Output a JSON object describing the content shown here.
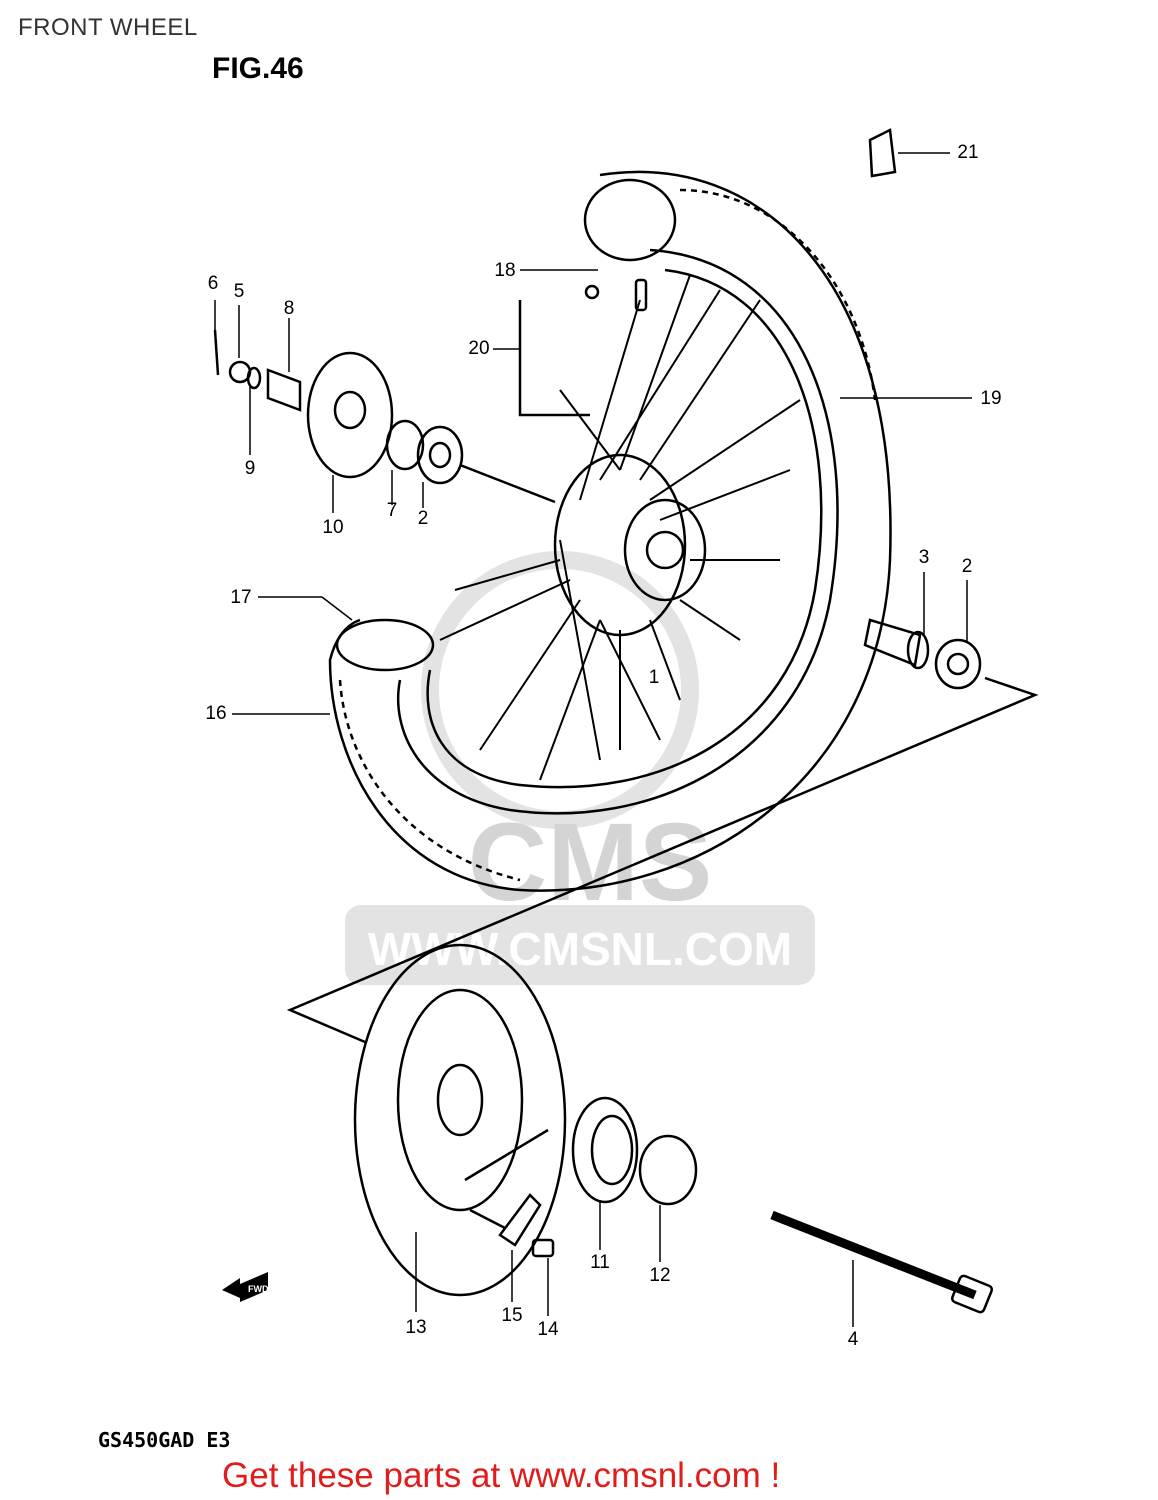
{
  "page_title": "FRONT WHEEL",
  "figure": {
    "label": "FIG.46"
  },
  "model_code": "GS450GAD E3",
  "watermark": {
    "text": "WWW.CMSNL.COM",
    "logo_text": "CMS",
    "color": "#d8d8d8"
  },
  "forward_arrow": {
    "label": "FWD"
  },
  "cta": {
    "text": "Get these parts at www.cmsnl.com !",
    "color": "#e21b1b"
  },
  "parts": {
    "p1": "1",
    "p2a": "2",
    "p2b": "2",
    "p3": "3",
    "p4": "4",
    "p5": "5",
    "p6": "6",
    "p7": "7",
    "p8": "8",
    "p9": "9",
    "p10": "10",
    "p11": "11",
    "p12": "12",
    "p13": "13",
    "p14": "14",
    "p15": "15",
    "p16": "16",
    "p17": "17",
    "p18": "18",
    "p19": "19",
    "p20": "20",
    "p21": "21"
  }
}
